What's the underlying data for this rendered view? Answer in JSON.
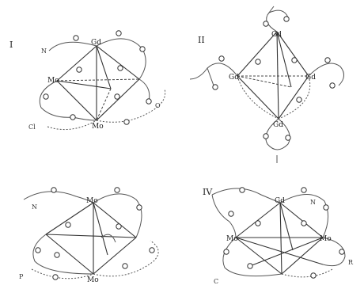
{
  "panels": [
    {
      "label": "I",
      "metals": [
        "Gd",
        "Mo",
        "Mo"
      ]
    },
    {
      "label": "II",
      "metals": [
        "Gd",
        "Gd",
        "Gd",
        "Gd"
      ]
    },
    {
      "label": "",
      "metals": [
        "Mo",
        "Mo"
      ]
    },
    {
      "label": "IV",
      "metals": [
        "Gd",
        "Mo",
        "Mo"
      ]
    }
  ],
  "atom_labels": {
    "oxygen": "O",
    "nitrogen": "N",
    "carbon": "C",
    "aux_p1": "Cl",
    "aux_p3": "P",
    "aux_p4": "R"
  },
  "colors": {
    "ink": "#333333",
    "background": "#ffffff"
  }
}
